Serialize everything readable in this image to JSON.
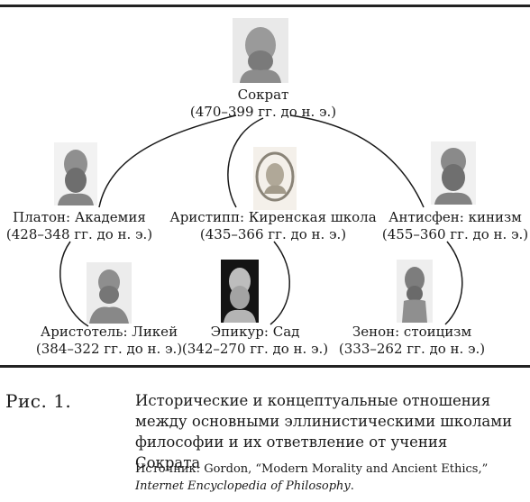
{
  "nodes": [
    {
      "name": "Сократ",
      "dates": "(470–399 гг. до н. э.)"
    },
    {
      "name": "Платон: Академия",
      "dates": "(428–348 гг. до н. э.)"
    },
    {
      "name": "Аристипп: Киренская школа",
      "dates": "(435–366 гг. до н. э.)"
    },
    {
      "name": "Антисфен: кинизм",
      "dates": "(455–360 гг. до н. э.)"
    },
    {
      "name": "Аристотель: Ликей",
      "dates": "(384–322 гг. до н. э.)"
    },
    {
      "name": "Эпикур: Сад",
      "dates": "(342–270 гг. до н. э.)"
    },
    {
      "name": "Зенон: стоицизм",
      "dates": "(333–262 гг. до н. э.)"
    }
  ],
  "figure": {
    "label": "Рис. 1.",
    "caption": "Исторические и концептуальные отношения между основными эллинистическими школами философии и их ответвление от учения Сократа",
    "source_prefix": "Источник: Gordon, “Modern Morality and Ancient Ethics,” ",
    "source_title": "Internet Encyclopedia of Philosophy",
    "source_suffix": "."
  }
}
